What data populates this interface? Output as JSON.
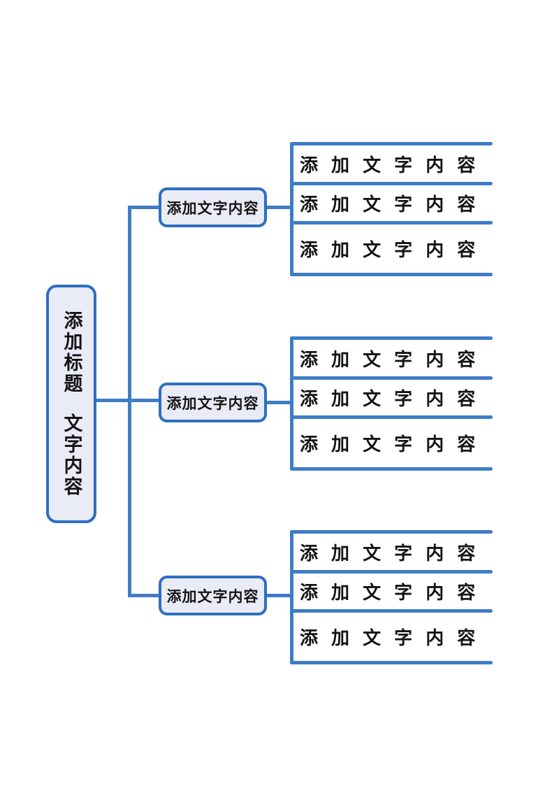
{
  "page": {
    "background": "#ffffff"
  },
  "colors": {
    "page_bg": "#ffffff",
    "line_blue": "#3e7cc6",
    "node_border": "#2e6fc0",
    "node_fill": "#e9ebf6",
    "text_color": "#141414"
  },
  "root": {
    "title_line1": "添加标题",
    "title_line2": "文字内容"
  },
  "branches": [
    {
      "label": "添加文字内容",
      "leaves": [
        "添 加 文 字 内 容",
        "添 加 文 字 内 容",
        "添 加 文 字 内 容"
      ]
    },
    {
      "label": "添加文字内容",
      "leaves": [
        "添 加 文 字 内 容",
        "添 加 文 字 内 容",
        "添 加 文 字 内 容"
      ]
    },
    {
      "label": "添加文字内容",
      "leaves": [
        "添 加 文 字 内 容",
        "添 加 文 字 内 容",
        "添 加 文 字 内 容"
      ]
    }
  ]
}
